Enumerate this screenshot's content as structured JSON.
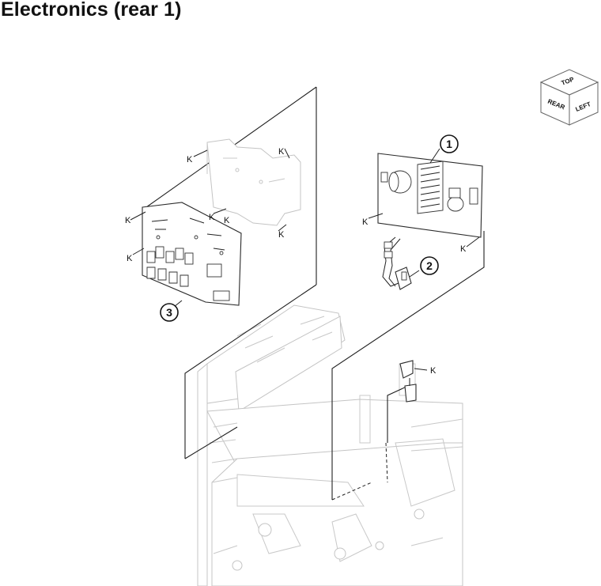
{
  "page": {
    "title": "Electronics (rear 1)"
  },
  "orientation_cube": {
    "top": "TOP",
    "rear": "REAR",
    "left": "LEFT"
  },
  "callouts": [
    "1",
    "2",
    "3"
  ],
  "k_markers": [
    "K",
    "K",
    "K",
    "K",
    "K",
    "K",
    "K",
    "K",
    "K",
    "K"
  ]
}
